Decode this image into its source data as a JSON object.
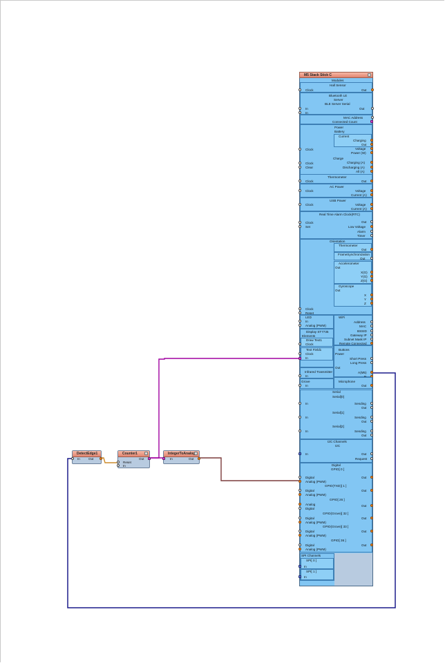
{
  "components": {
    "detect_edge": {
      "title": "DetectEdge1",
      "in": "In",
      "out": "Out"
    },
    "counter": {
      "title": "Counter1",
      "out": "Out",
      "reset": "Reset",
      "in": "In"
    },
    "int_to_analog": {
      "title": "IntegerToAnalog1",
      "in": "In",
      "out": "Out"
    }
  },
  "board": {
    "title": "M5 Stack Stick C",
    "modules": "Modules",
    "hall": "Hall Sensor",
    "clock": "Clock",
    "out": "Out",
    "bluetooth": "Bluetooth LE",
    "server": "Server",
    "ble_serial": "BLE Server Serial",
    "in": "In",
    "in2": "In",
    "mac": "MAC Address",
    "connected_count": "Connected Count",
    "power": "Power",
    "battery": "Battery",
    "current": "Current",
    "charging": "Charging",
    "voltage": "Voltage",
    "power_w": "Power (W)",
    "charge": "Charge",
    "charging_a": "Charging (A)",
    "clear": "Clear",
    "discharging_a": "Discharging (A)",
    "all_a": "All (A)",
    "thermometer": "Thermometer",
    "ac_power": "AC Power",
    "current_a": "Current (A)",
    "usb_power": "USB Power",
    "rtc": "Real Time Alarm Clock(RTC)",
    "set": "Set",
    "low_voltage": "Low Voltage",
    "alarm": "Alarm",
    "timer": "Timer",
    "orientation": "Orientation",
    "frame_sync": "FrameSynchronization",
    "accelerometer": "Accelerometer",
    "xg": "X(G)",
    "yg": "Y(G)",
    "zg": "Z(G)",
    "gyroscope": "Gyroscope",
    "x": "X",
    "y": "Y",
    "z": "Z",
    "reset": "Reset",
    "led": "LED",
    "analog_pwm": "Analog (PWM)",
    "display": "Display ST7735",
    "elements": "Elements",
    "draw_text": "Draw Text1",
    "text_field": "Text Field1",
    "wifi": "WiFi",
    "address": "Address",
    "mac_short": "MAC",
    "bssid": "BSSID",
    "gateway_ip": "Gateway IP",
    "subnet_mask_ip": "Subnet Mask IP",
    "remote_connected": "Remote Connected",
    "buttons": "Buttons",
    "short_press": "Short Press",
    "long_press": "Long Press",
    "a_m5": "A(M5)",
    "b": "B",
    "infrared": "Infrared Transmitter",
    "microphone": "Microphone",
    "grove": "Grove",
    "serial": "Serial",
    "serial0": "Serial[0]",
    "serial1": "Serial[1]",
    "serial2": "Serial[2]",
    "sending": "Sending",
    "i2c_channels": "I2C Channels",
    "i2c": "I2C",
    "request": "Request",
    "digital": "Digital",
    "gpio0": "GPIO[ 0 ]",
    "gpio_txd": "GPIO(TXD)[ 1 ]",
    "gpio26": "GPIO[ 26 ]",
    "analog": "Analog",
    "gpio_grove32": "GPIO(Grove)[ 32 ]",
    "gpio_grove33": "GPIO(Grove)[ 33 ]",
    "gpio36": "GPIO[ 36 ]",
    "spi_channels": "SPI Channels",
    "spi0": "SPI[ 0 ]",
    "spi1": "SPI[ 1 ]"
  },
  "colors": {
    "wire_purple": "#a000a0",
    "wire_brown": "#7a3a3a",
    "wire_navy": "#1a1a8a",
    "wire_orange": "#cc8a2a",
    "panel_blue": "#82c6f3",
    "component_grey": "#b8cbe0",
    "title_salmon": "#f0a08a"
  }
}
